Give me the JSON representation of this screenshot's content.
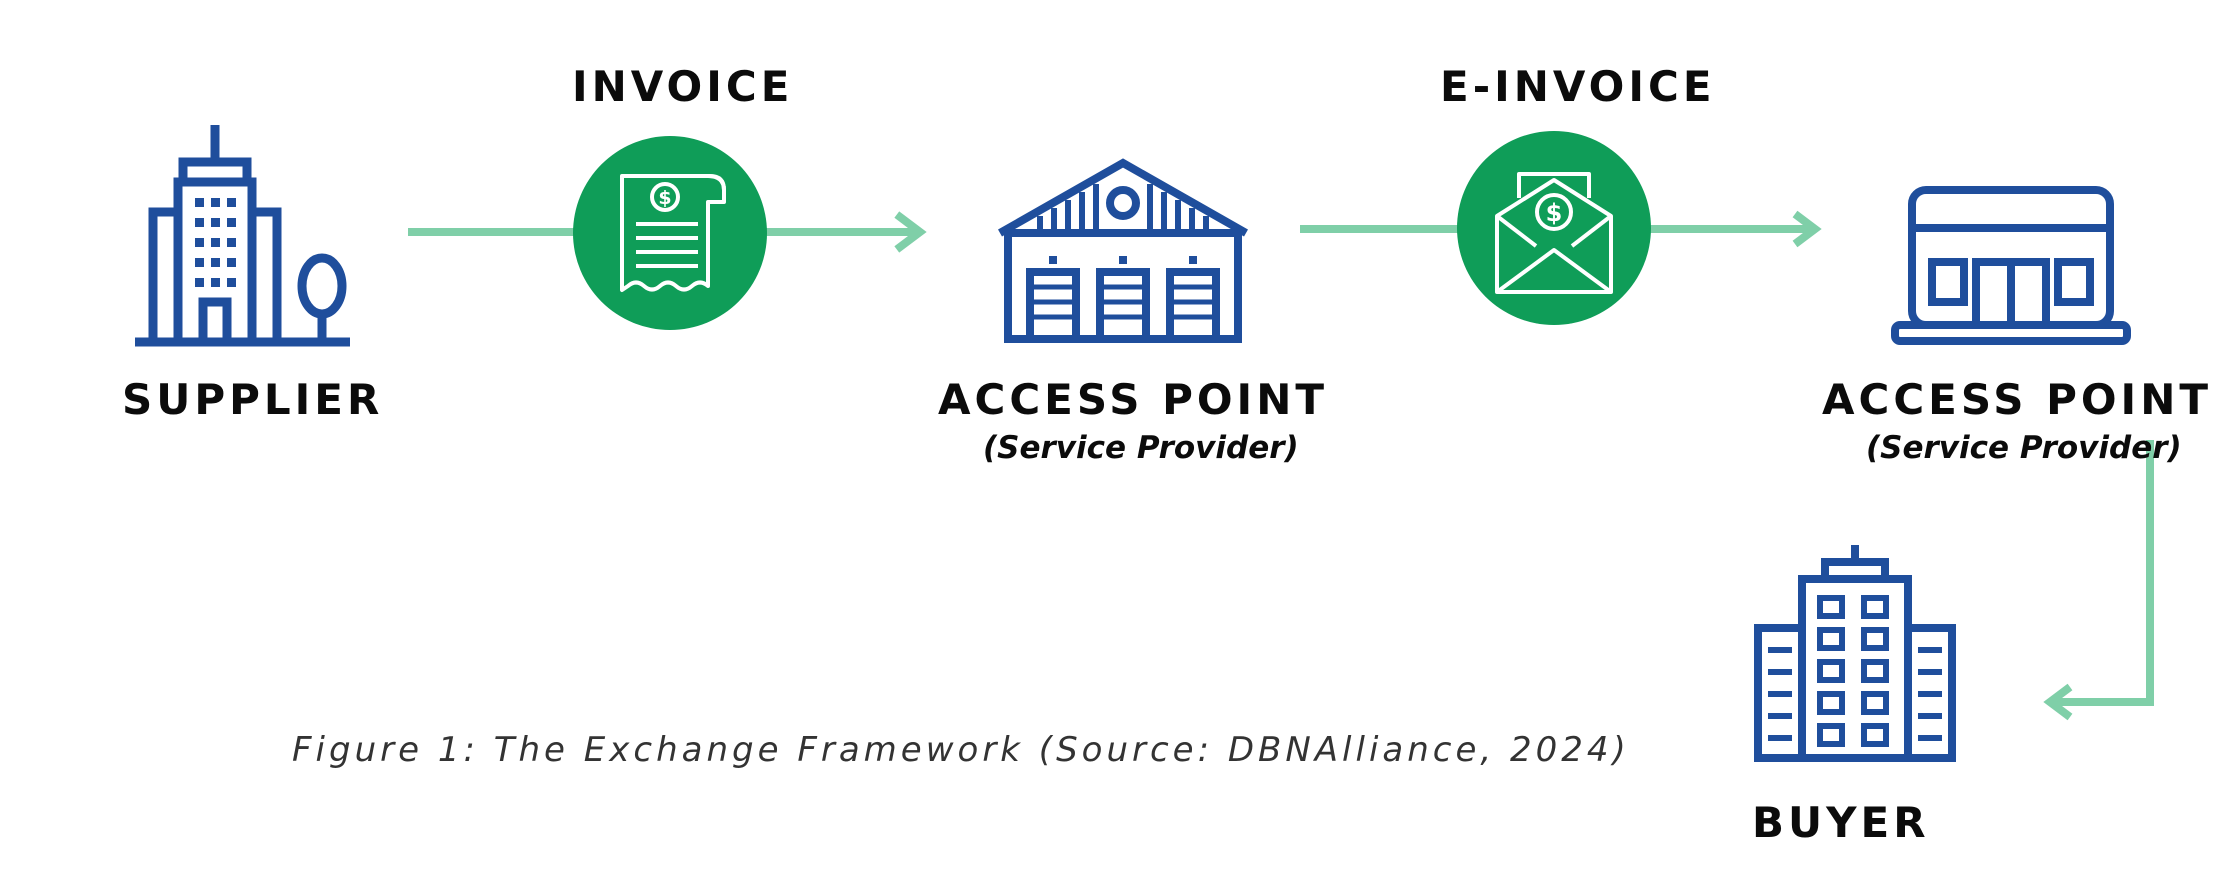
{
  "colors": {
    "icon_blue": "#1f4e9c",
    "badge_green": "#0f9d58",
    "arrow_green": "#7fcfa8",
    "text_dark": "#0b0b0b"
  },
  "flow_labels": {
    "invoice": "INVOICE",
    "e_invoice": "E-INVOICE"
  },
  "nodes": {
    "supplier": {
      "title": "SUPPLIER",
      "icon": "office-building-with-tree-icon"
    },
    "access_point_1": {
      "title": "ACCESS POINT",
      "subtitle": "(Service Provider)",
      "icon": "warehouse-icon"
    },
    "access_point_2": {
      "title": "ACCESS POINT",
      "subtitle": "(Service Provider)",
      "icon": "storefront-icon"
    },
    "buyer": {
      "title": "BUYER",
      "icon": "office-tower-icon"
    }
  },
  "badges": {
    "invoice": {
      "icon": "receipt-dollar-icon"
    },
    "e_invoice": {
      "icon": "envelope-dollar-icon"
    }
  },
  "caption": "Figure 1: The Exchange Framework (Source: DBNAlliance, 2024)"
}
